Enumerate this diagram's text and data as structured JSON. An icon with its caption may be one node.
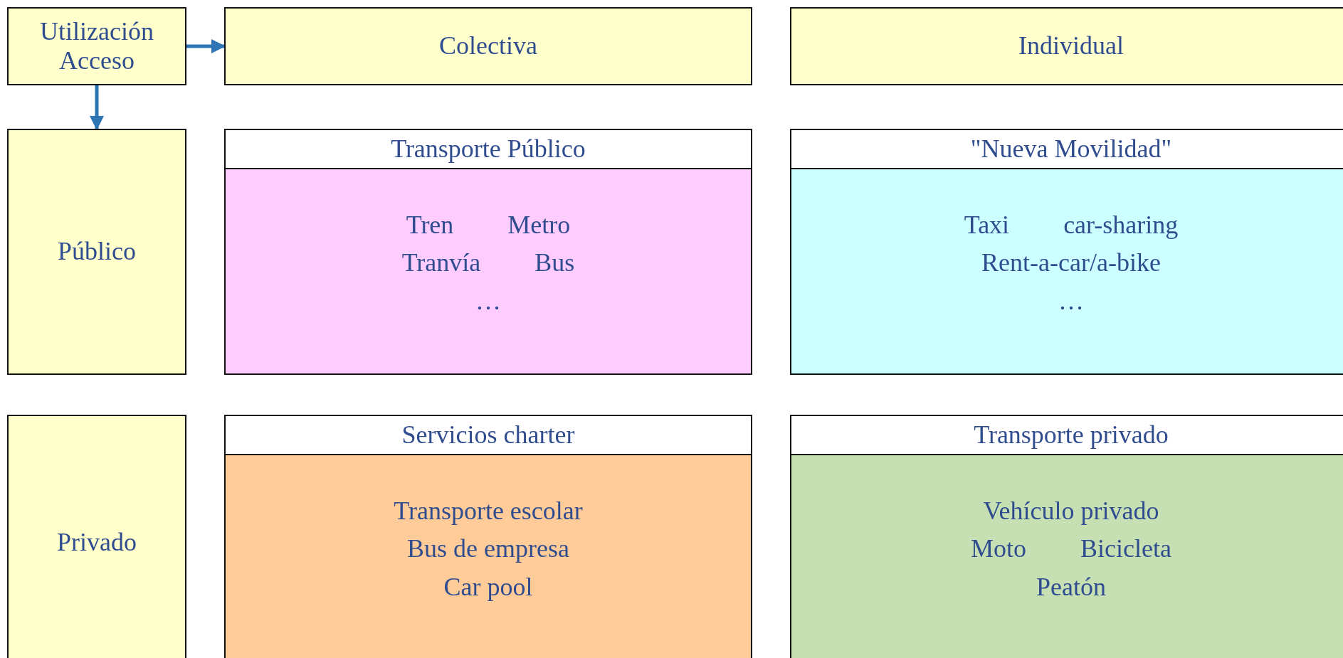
{
  "diagram": {
    "nodes": [
      {
        "text": [
          "Utilización",
          "Acceso"
        ]
      },
      {
        "text": [
          "Colectiva"
        ]
      },
      {
        "text": [
          "Individual"
        ]
      },
      {
        "text": [
          "Público"
        ]
      },
      {
        "text": [
          "Transporte Público",
          "Tren",
          "Metro",
          "Tranvía",
          "Bus",
          "…"
        ]
      },
      {
        "text": [
          "\"Nueva Movilidad\"",
          "Taxi",
          "car-sharing",
          "Rent-a-car/a-bike",
          "…"
        ]
      },
      {
        "text": [
          "Privado"
        ]
      },
      {
        "text": [
          "Servicios charter",
          "Transporte escolar",
          "Bus de empresa",
          "Car pool"
        ]
      },
      {
        "text": [
          "Transporte privado",
          "Vehículo privado",
          "Moto",
          "Bicicleta",
          "Peatón"
        ]
      }
    ],
    "edges": [
      {
        "from": 0,
        "to": 1,
        "arrow": "to"
      },
      {
        "from": 0,
        "to": 3,
        "arrow": "to"
      }
    ]
  }
}
